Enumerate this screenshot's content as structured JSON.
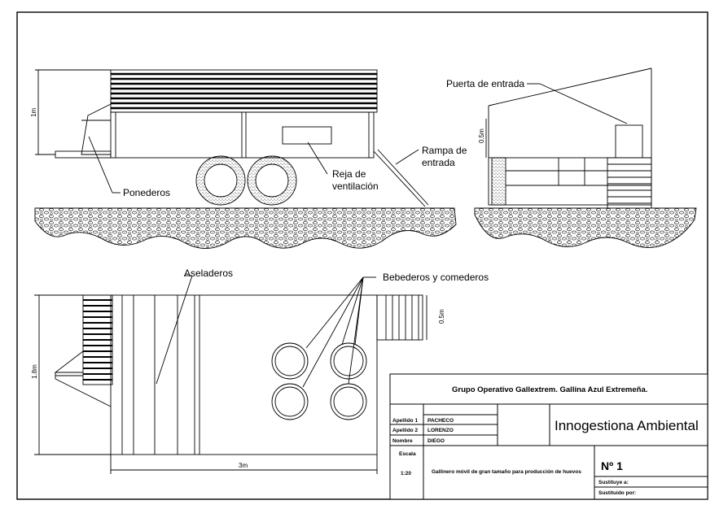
{
  "labels": {
    "puerta": "Puerta de entrada",
    "rampa_1": "Rampa de",
    "rampa_2": "entrada",
    "reja_1": "Reja de",
    "reja_2": "ventilación",
    "ponederos": "Ponederos",
    "aseladeros": "Aseladeros",
    "bebederos": "Bebederos y comederos"
  },
  "dimensions": {
    "front_height": "1m",
    "side_height": "0.5m",
    "plan_depth": "1.8m",
    "plan_width": "3m",
    "plan_ramp": "0.5m"
  },
  "title_block": {
    "project": "Grupo Operativo Gallextrem. Gallina Azul Extremeña.",
    "rows": [
      {
        "key": "Apellido 1",
        "value": "PACHECO"
      },
      {
        "key": "Apellido 2",
        "value": "LORENZO"
      },
      {
        "key": "Nombre",
        "value": "DIEGO"
      }
    ],
    "company": "Innogestiona Ambiental",
    "escala_label": "Escala",
    "escala_value": "1:20",
    "description": "Gallinero móvil de gran tamaño para producción de huevos",
    "number": "Nº 1",
    "sustituye_a": "Sustituye a:",
    "sustituido_por": "Sustituido por:"
  }
}
